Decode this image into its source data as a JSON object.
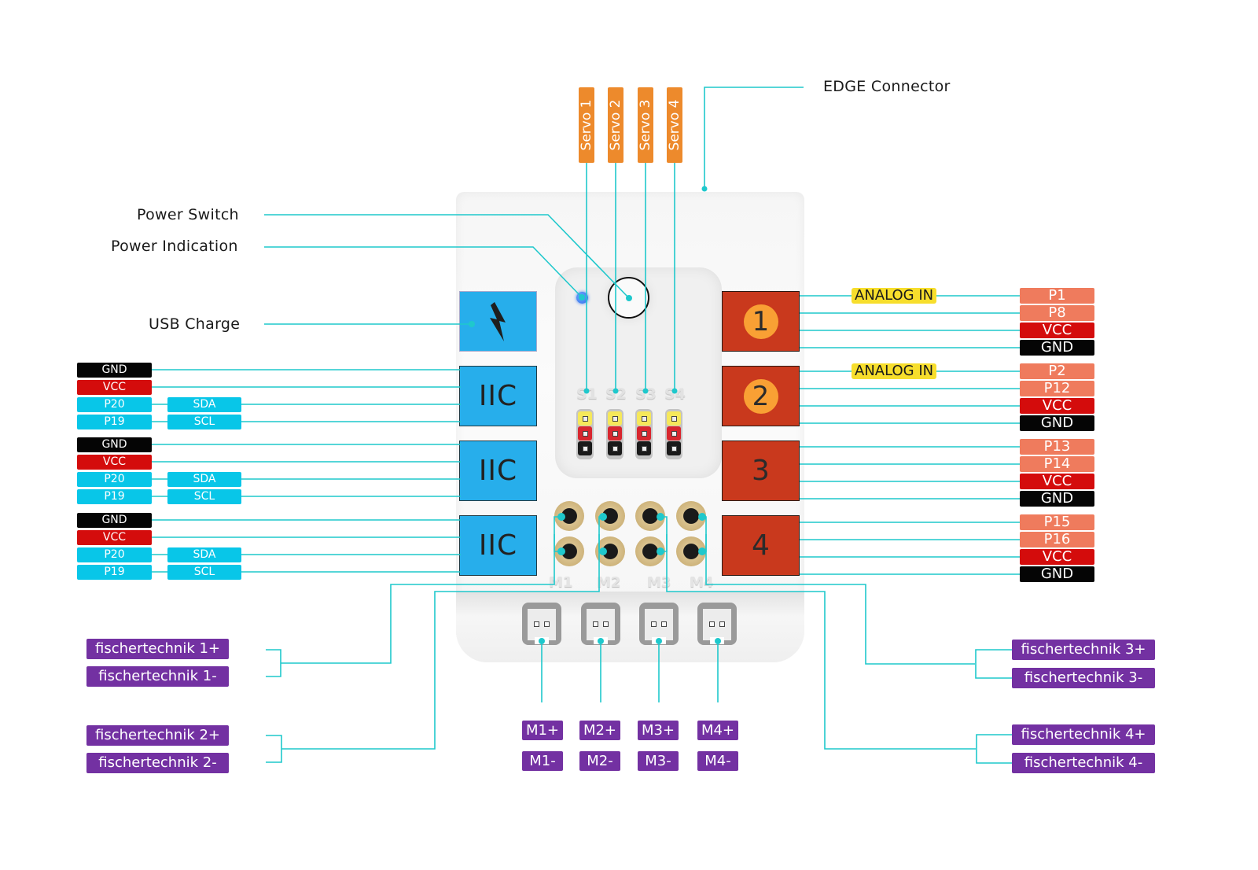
{
  "callouts": {
    "edge_connector": "EDGE Connector",
    "power_switch": "Power Switch",
    "power_indication": "Power Indication",
    "usb_charge": "USB Charge"
  },
  "colors": {
    "wire": "#1fc8cc",
    "gnd": "#050505",
    "vcc": "#d40c0c",
    "iic_pin": "#08c6e8",
    "analog_pin": "#ef7b5d",
    "analog_tag": "#f7de2c",
    "servo": "#ed8a2c",
    "motor_tag": "#7331a2",
    "iic_port": "#27aeeb",
    "sensor_port": "#c9391d"
  },
  "servos": [
    {
      "label": "Servo 1",
      "board_label": "S1"
    },
    {
      "label": "Servo 2",
      "board_label": "S2"
    },
    {
      "label": "Servo 3",
      "board_label": "S3"
    },
    {
      "label": "Servo 4",
      "board_label": "S4"
    }
  ],
  "iic_ports": [
    {
      "label": "IIC",
      "pins": [
        "GND",
        "VCC",
        "P20",
        "P19"
      ],
      "signals": [
        "SDA",
        "SCL"
      ]
    },
    {
      "label": "IIC",
      "pins": [
        "GND",
        "VCC",
        "P20",
        "P19"
      ],
      "signals": [
        "SDA",
        "SCL"
      ]
    },
    {
      "label": "IIC",
      "pins": [
        "GND",
        "VCC",
        "P20",
        "P19"
      ],
      "signals": [
        "SDA",
        "SCL"
      ]
    }
  ],
  "sensor_ports": [
    {
      "label": "1",
      "tag": "ANALOG IN",
      "pins": [
        "P1",
        "P8",
        "VCC",
        "GND"
      ]
    },
    {
      "label": "2",
      "tag": "ANALOG IN",
      "pins": [
        "P2",
        "P12",
        "VCC",
        "GND"
      ]
    },
    {
      "label": "3",
      "pins": [
        "P13",
        "P14",
        "VCC",
        "GND"
      ]
    },
    {
      "label": "4",
      "pins": [
        "P15",
        "P16",
        "VCC",
        "GND"
      ]
    }
  ],
  "motors": [
    {
      "board_label": "M1",
      "plus": "M1+",
      "minus": "M1-",
      "ft_plus": "fischertechnik 1+",
      "ft_minus": "fischertechnik 1-"
    },
    {
      "board_label": "M2",
      "plus": "M2+",
      "minus": "M2-",
      "ft_plus": "fischertechnik 2+",
      "ft_minus": "fischertechnik 2-"
    },
    {
      "board_label": "M3",
      "plus": "M3+",
      "minus": "M3-",
      "ft_plus": "fischertechnik 3+",
      "ft_minus": "fischertechnik 3-"
    },
    {
      "board_label": "M4",
      "plus": "M4+",
      "minus": "M4-",
      "ft_plus": "fischertechnik 4+",
      "ft_minus": "fischertechnik 4-"
    }
  ]
}
